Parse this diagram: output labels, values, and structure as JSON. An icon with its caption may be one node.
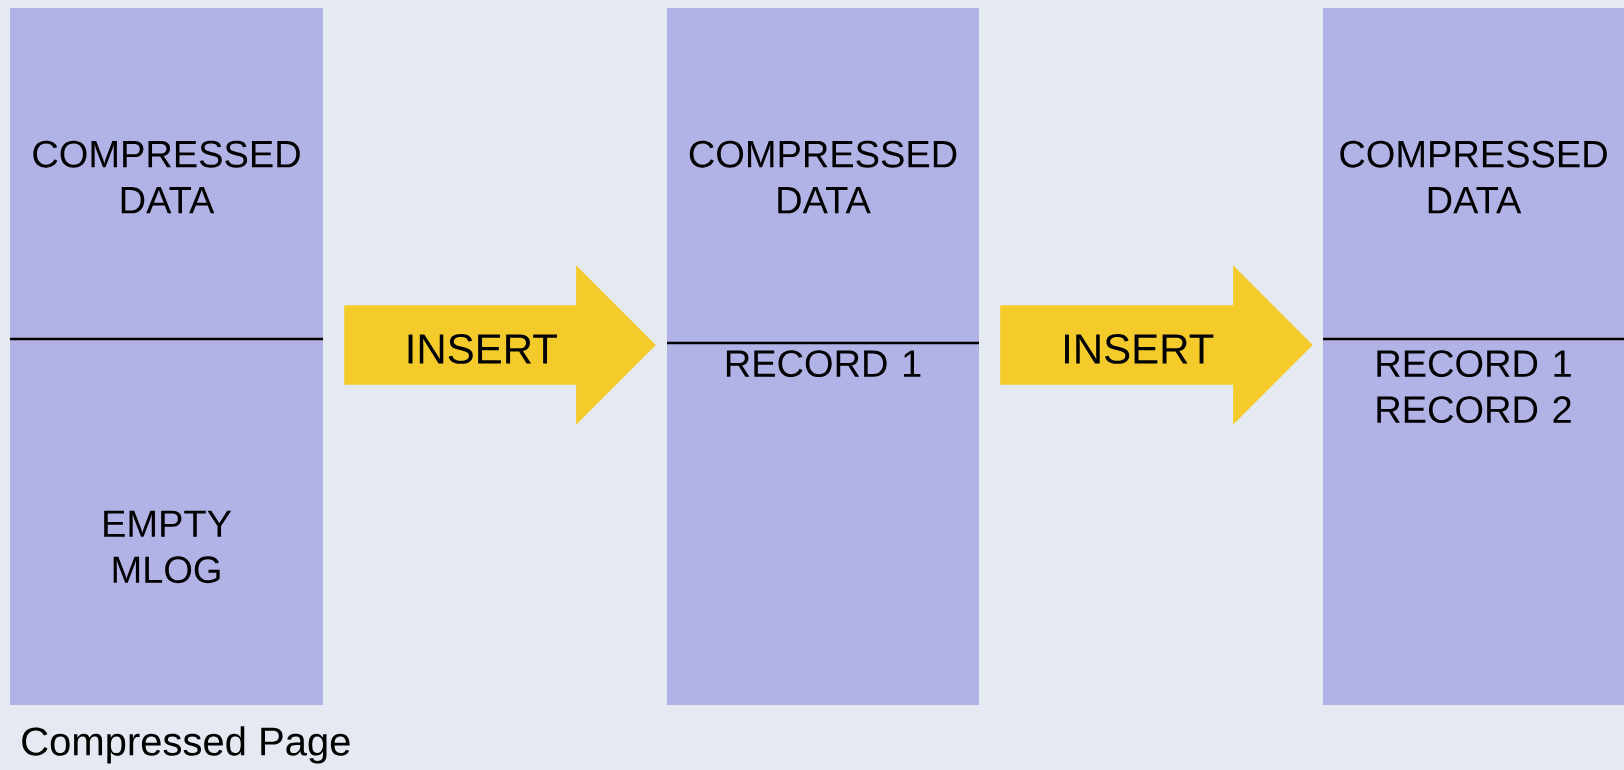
{
  "diagram": {
    "nodes": [
      {
        "text": [
          "COMPRESSED DATA",
          "EMPTY MLOG"
        ],
        "beside": [
          "Compressed Page"
        ]
      },
      {
        "text": [
          "COMPRESSED DATA",
          "RECORD 1"
        ]
      },
      {
        "text": [
          "COMPRESSED DATA",
          "RECORD 1 RECORD 2"
        ]
      }
    ],
    "edges": [
      {
        "from": 0,
        "to": 1,
        "arrow": "to",
        "label": "INSERT"
      },
      {
        "from": 1,
        "to": 2,
        "arrow": "to",
        "label": "INSERT"
      }
    ]
  }
}
